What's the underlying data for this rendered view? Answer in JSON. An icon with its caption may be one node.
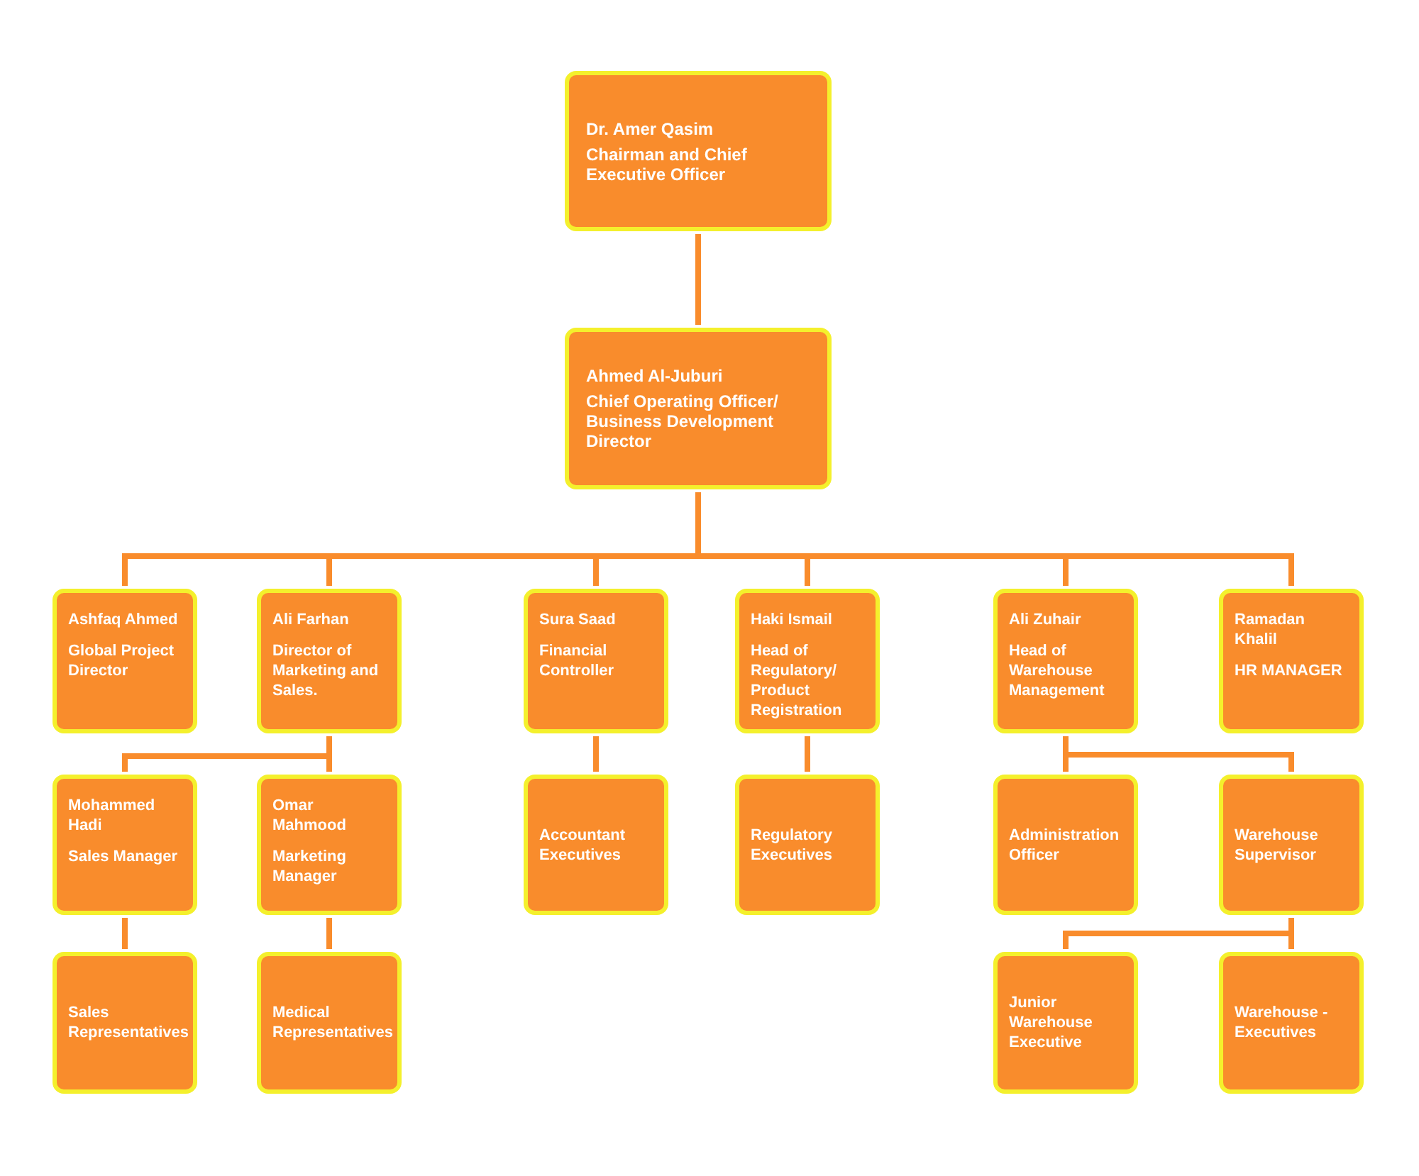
{
  "diagram": {
    "nodes": [
      {
        "text": [
          "Dr. Amer Qasim",
          "Chairman and Chief Executive Officer"
        ]
      },
      {
        "text": [
          "Ahmed Al-Juburi",
          "Chief Operating Officer/ Business Development Director"
        ]
      },
      {
        "text": [
          "Ashfaq Ahmed",
          "Global Project Director"
        ]
      },
      {
        "text": [
          "Ali Farhan",
          "Director of Marketing and Sales."
        ]
      },
      {
        "text": [
          "Sura Saad",
          "Financial Controller"
        ]
      },
      {
        "text": [
          "Haki Ismail",
          "Head of Regulatory/ Product Registration"
        ]
      },
      {
        "text": [
          "Ali Zuhair",
          "Head of Warehouse Management"
        ]
      },
      {
        "text": [
          "Ramadan Khalil",
          "HR MANAGER"
        ]
      },
      {
        "text": [
          "Mohammed Hadi",
          "Sales Manager"
        ]
      },
      {
        "text": [
          "Omar Mahmood",
          "Marketing Manager"
        ]
      },
      {
        "text": [
          "Accountant Executives"
        ]
      },
      {
        "text": [
          "Regulatory Executives"
        ]
      },
      {
        "text": [
          "Administration Officer"
        ]
      },
      {
        "text": [
          "Warehouse Supervisor"
        ]
      },
      {
        "text": [
          "Sales Representatives"
        ]
      },
      {
        "text": [
          "Medical Representatives"
        ]
      },
      {
        "text": [
          "Junior Warehouse Executive"
        ]
      },
      {
        "text": [
          "Warehouse - Executives"
        ]
      }
    ],
    "edges": [
      {
        "from": 0,
        "to": 1,
        "arrow": "none"
      },
      {
        "from": 1,
        "to": 2,
        "arrow": "none"
      },
      {
        "from": 1,
        "to": 3,
        "arrow": "none"
      },
      {
        "from": 1,
        "to": 4,
        "arrow": "none"
      },
      {
        "from": 1,
        "to": 5,
        "arrow": "none"
      },
      {
        "from": 1,
        "to": 6,
        "arrow": "none"
      },
      {
        "from": 1,
        "to": 7,
        "arrow": "none"
      },
      {
        "from": 3,
        "to": 8,
        "arrow": "none"
      },
      {
        "from": 3,
        "to": 9,
        "arrow": "none"
      },
      {
        "from": 4,
        "to": 10,
        "arrow": "none"
      },
      {
        "from": 5,
        "to": 11,
        "arrow": "none"
      },
      {
        "from": 6,
        "to": 12,
        "arrow": "none"
      },
      {
        "from": 6,
        "to": 13,
        "arrow": "none"
      },
      {
        "from": 8,
        "to": 14,
        "arrow": "none"
      },
      {
        "from": 9,
        "to": 15,
        "arrow": "none"
      },
      {
        "from": 13,
        "to": 16,
        "arrow": "none"
      },
      {
        "from": 13,
        "to": 17,
        "arrow": "none"
      }
    ]
  }
}
